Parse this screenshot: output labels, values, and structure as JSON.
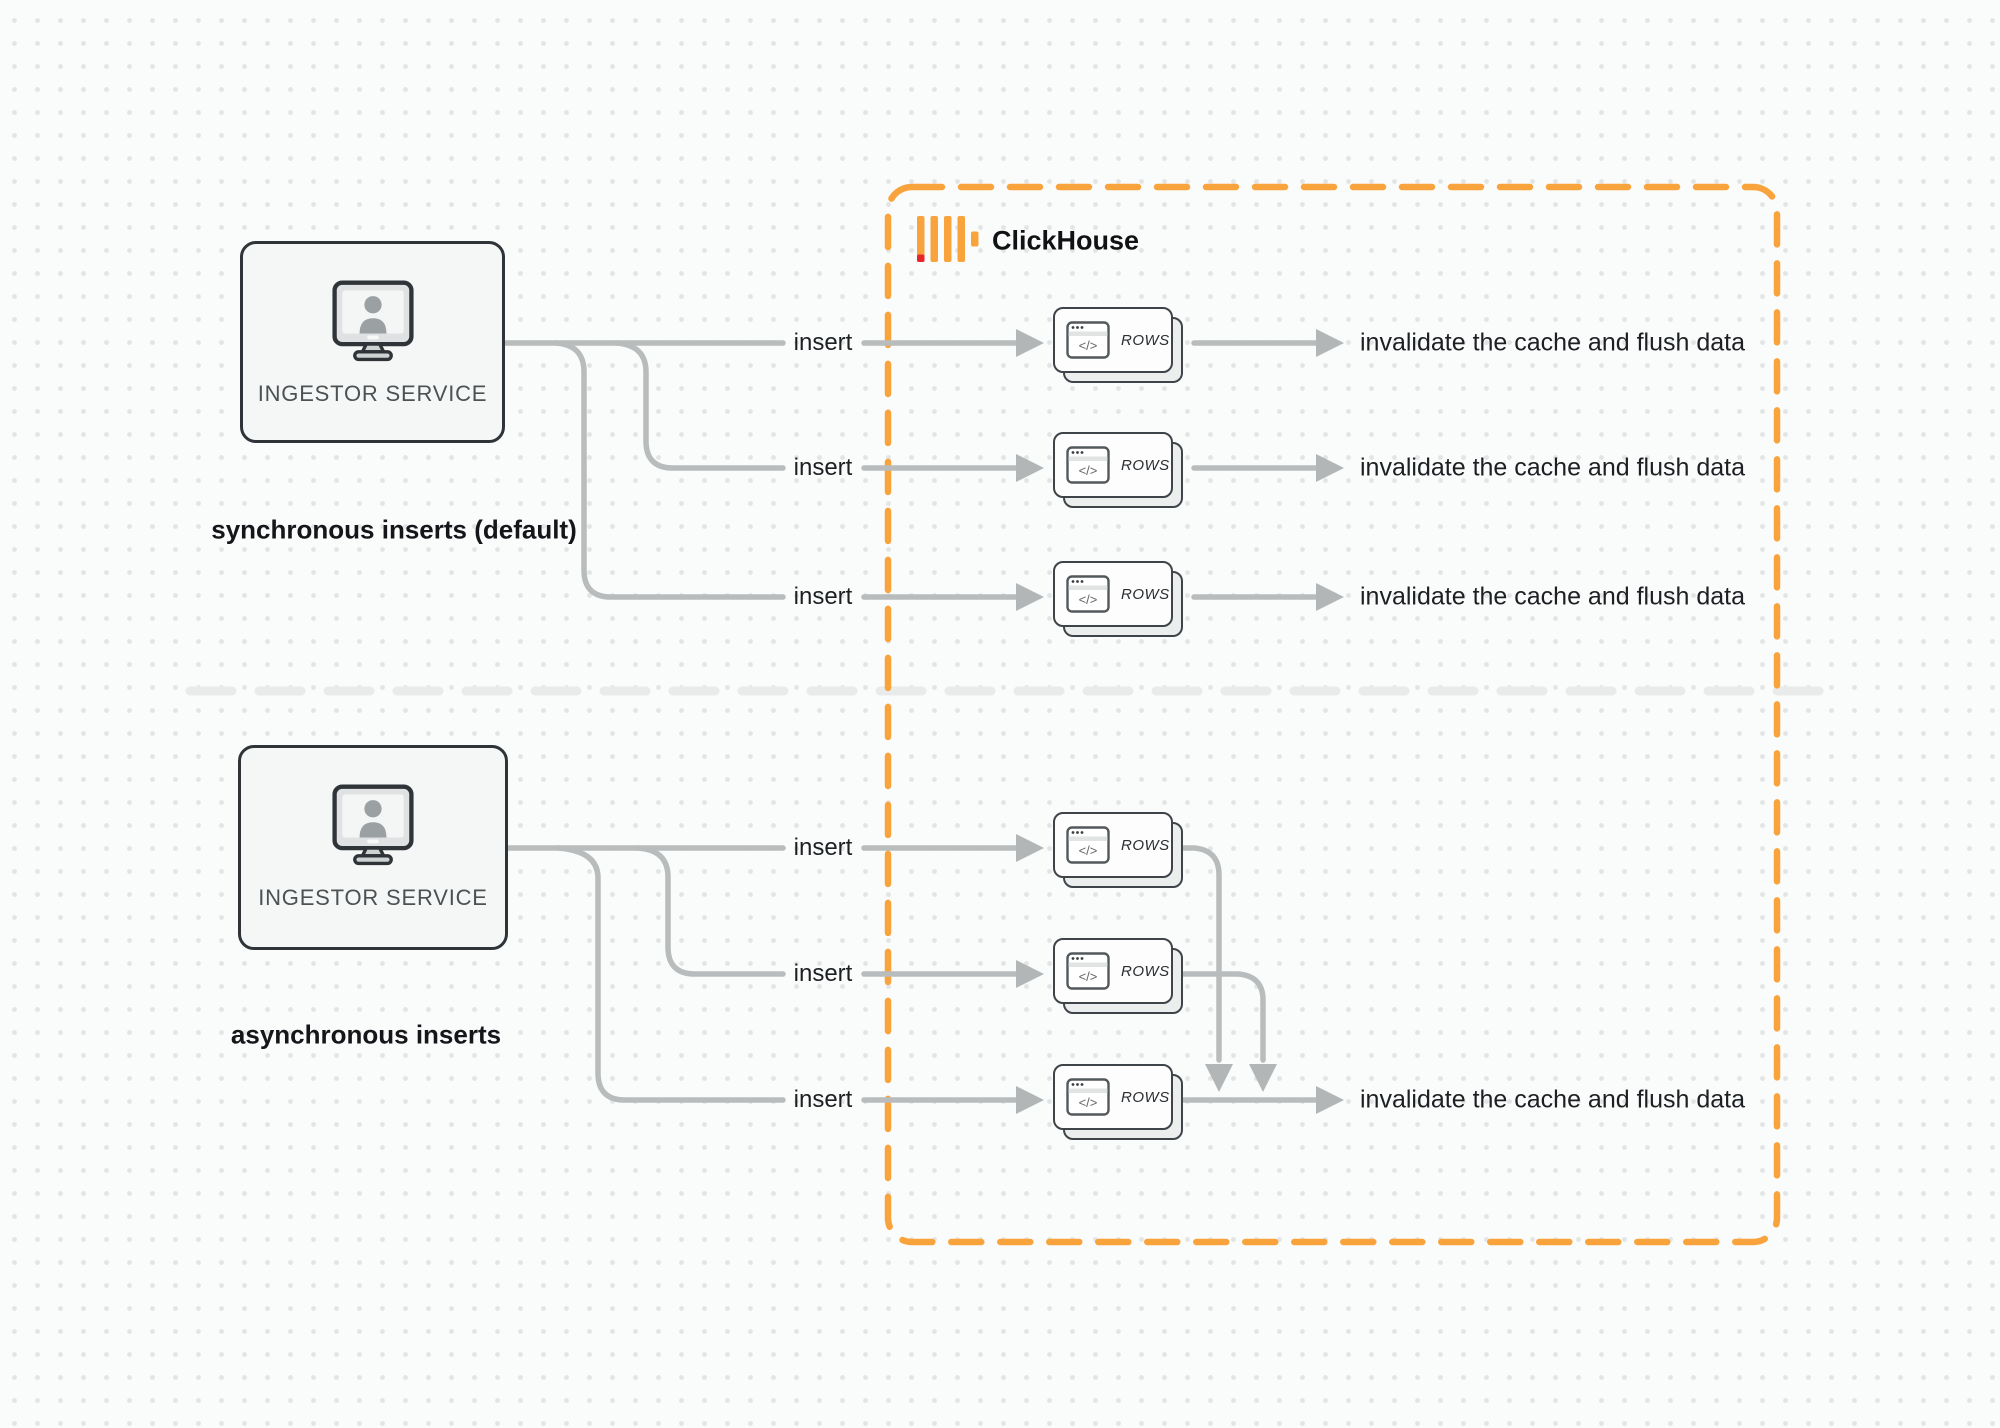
{
  "clickhouse": {
    "title": "ClickHouse",
    "brand_orange": "#F8A33C",
    "brand_red": "#E8252B"
  },
  "sections": [
    {
      "caption": "synchronous inserts (default)",
      "service_label": "INGESTOR SERVICE"
    },
    {
      "caption": "asynchronous inserts",
      "service_label": "INGESTOR SERVICE"
    }
  ],
  "labels": {
    "insert": "insert",
    "invalidate": "invalidate the cache and flush data",
    "rows": "ROWS",
    "code": "</>"
  },
  "icons": {
    "service": "monitor-user-icon",
    "card": "browser-code-icon",
    "logo": "clickhouse-logo-icon"
  },
  "colors": {
    "background": "#FAFBFB",
    "dot_grid": "#E3E5E5",
    "connector": "#B9BCBC",
    "arrowhead": "#B3B6B6",
    "box_border": "#2F3438",
    "divider": "#E9EBEB",
    "dashed_border": "#F8A33C"
  }
}
